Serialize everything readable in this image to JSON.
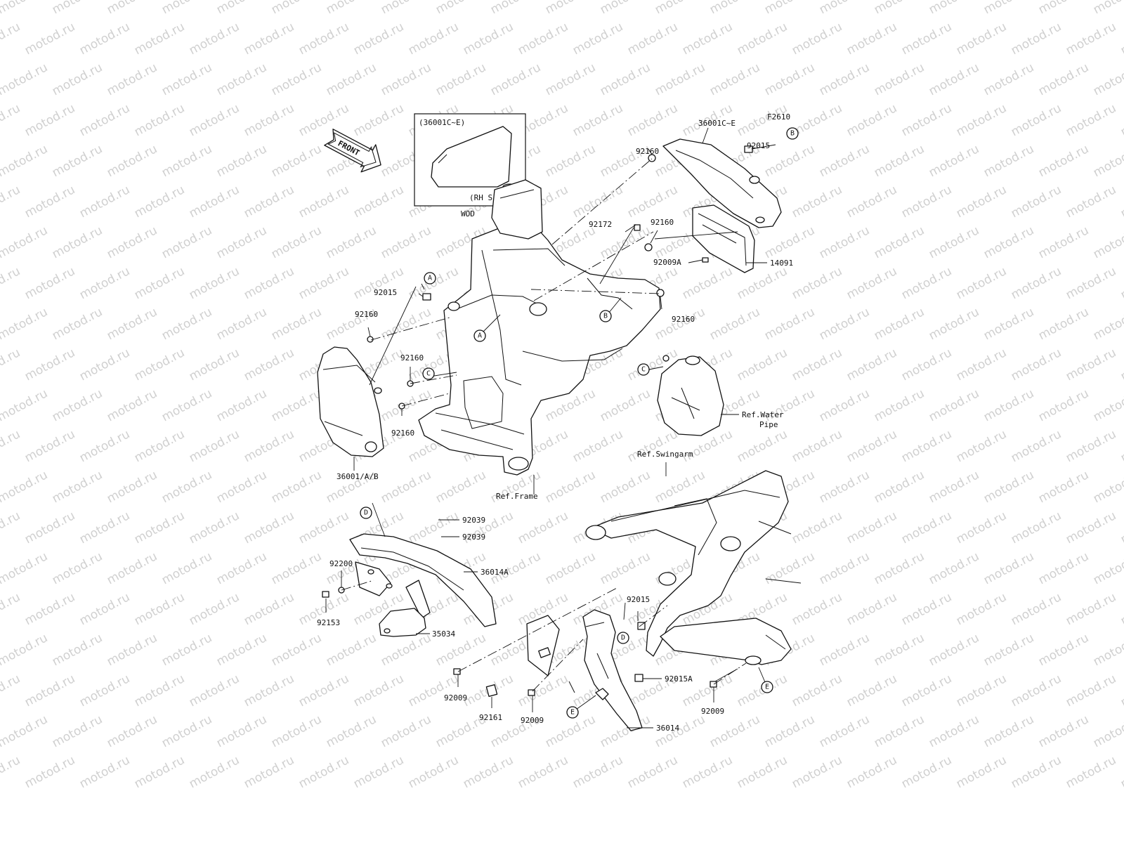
{
  "watermark": "motod.ru",
  "front_arrow_text": "FRONT",
  "inset": {
    "title": "(36001C~E)",
    "side_label": "(RH Side)",
    "code": "WOD"
  },
  "fig_code": "F2610",
  "parts": {
    "p36001CE": "36001C~E",
    "p92015_top": "92015",
    "p92160_a": "92160",
    "p92172": "92172",
    "p92160_b": "92160",
    "p92009A": "92009A",
    "p14091": "14091",
    "p92160_c": "92160",
    "p92015_left": "92015",
    "p92160_d": "92160",
    "p92160_e": "92160",
    "p92160_f": "92160",
    "p36001AB": "36001/A/B",
    "ref_frame": "Ref.Frame",
    "ref_water_1": "Ref.Water",
    "ref_water_2": "Pipe",
    "ref_swingarm": "Ref.Swingarm",
    "p92039_a": "92039",
    "p92039_b": "92039",
    "p92200": "92200",
    "p36014A": "36014A",
    "p92153": "92153",
    "p35034": "35034",
    "p92015_mid": "92015",
    "p92015A": "92015A",
    "p92009_a": "92009",
    "p92161": "92161",
    "p92009_b": "92009",
    "p36014": "36014",
    "p92009_c": "92009"
  },
  "callouts": {
    "A": "A",
    "B": "B",
    "C": "C",
    "D": "D",
    "E": "E"
  }
}
